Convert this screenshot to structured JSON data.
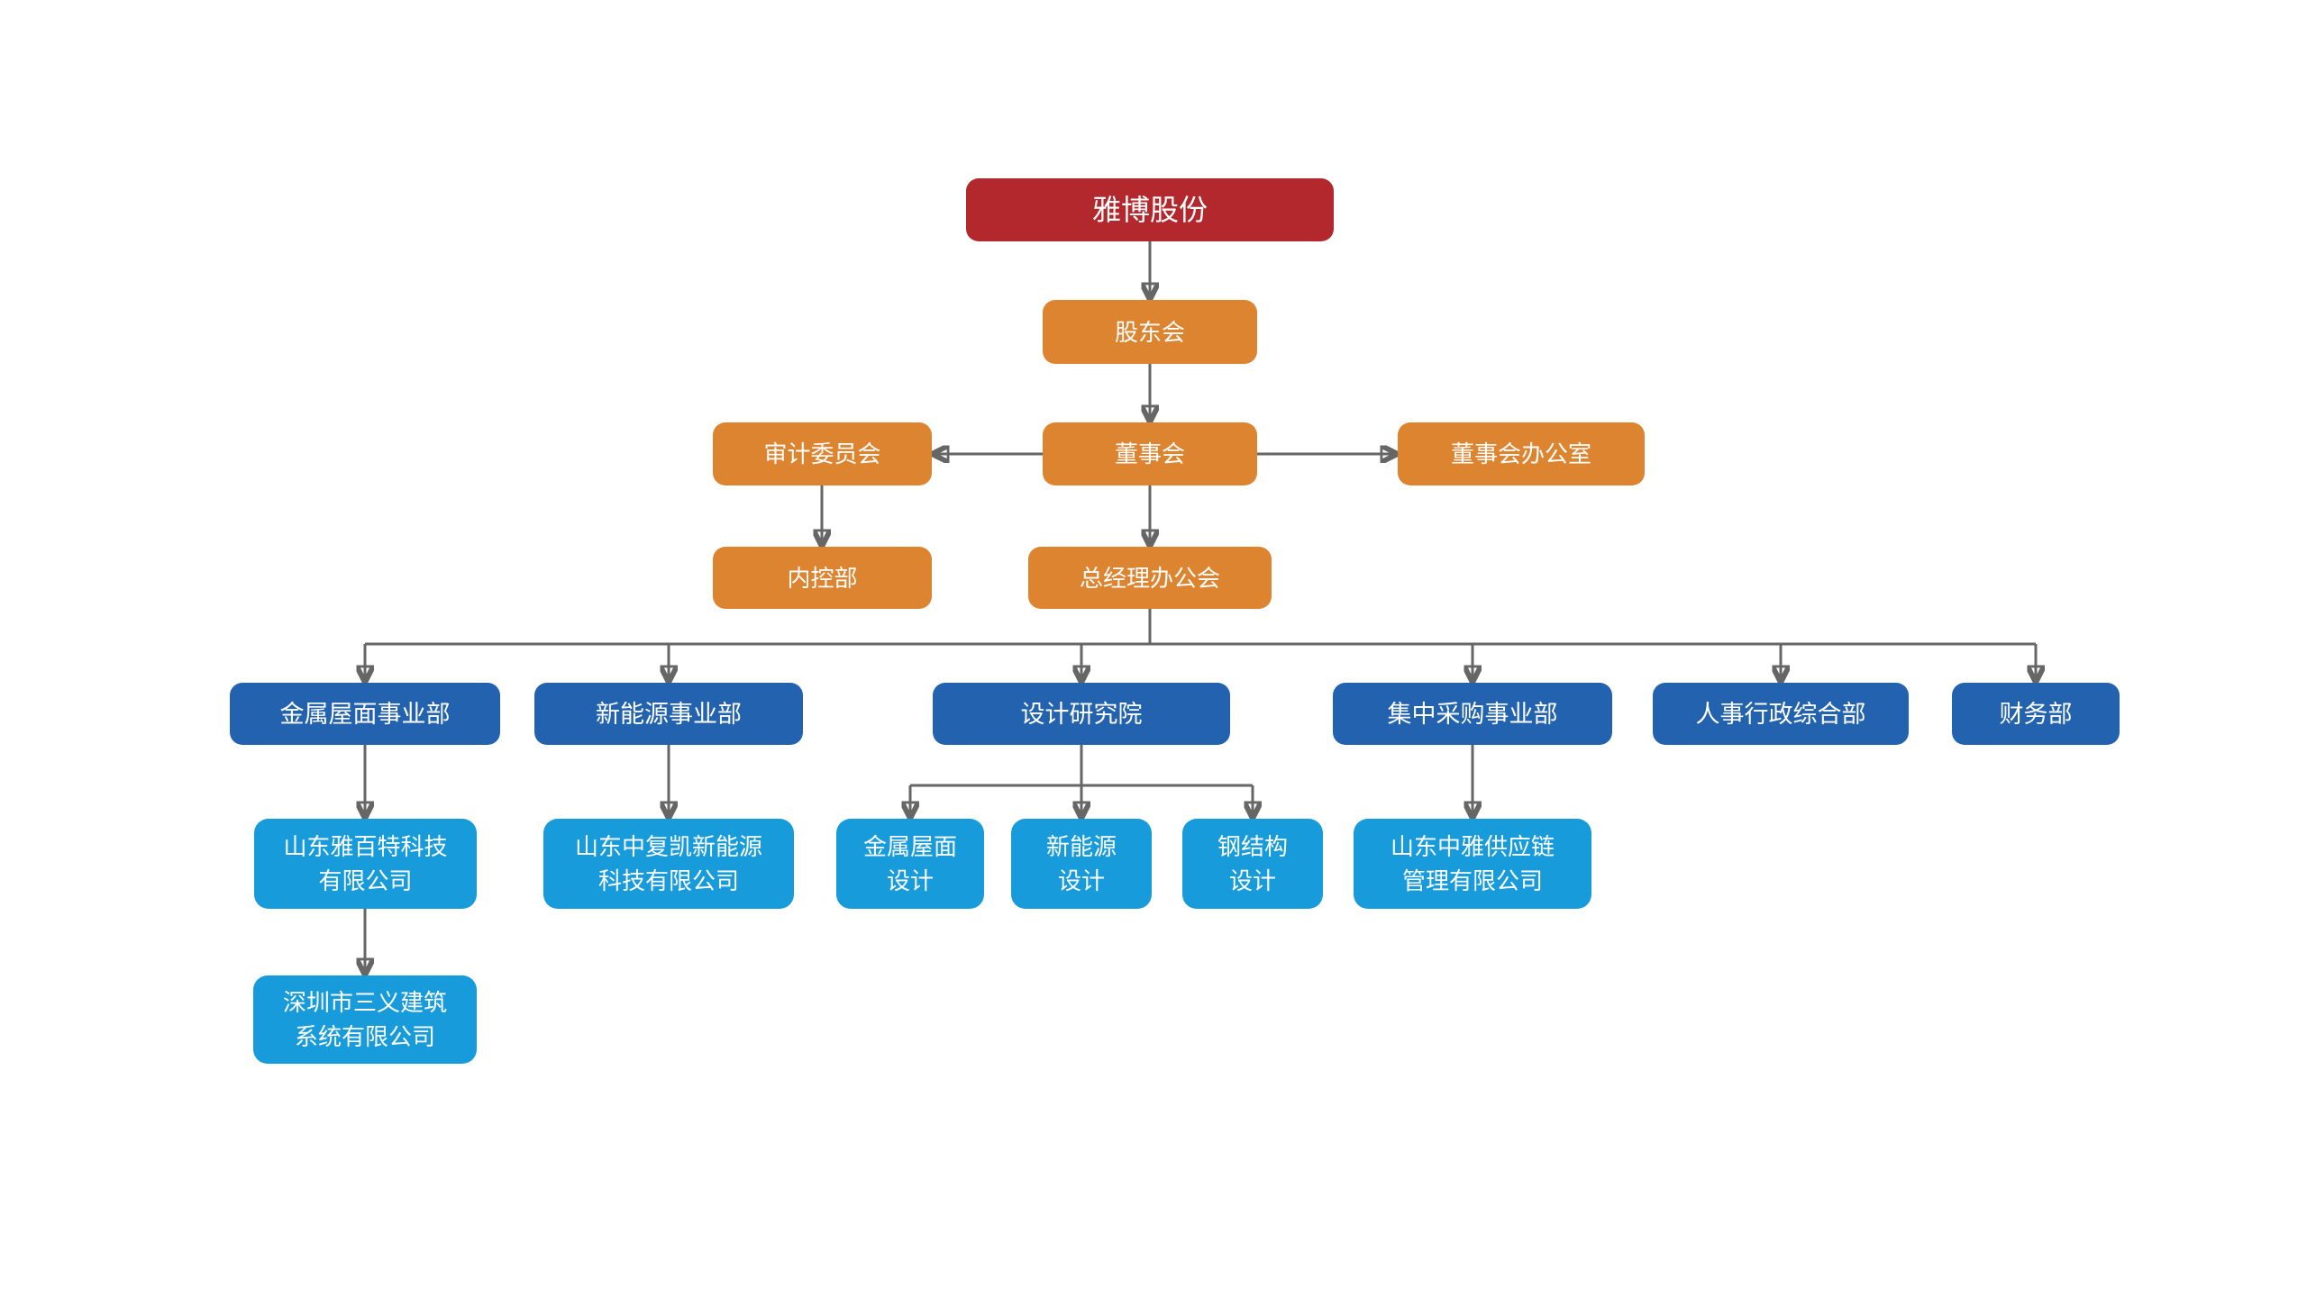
{
  "colors": {
    "red": "#b2282c",
    "orange": "#dd8430",
    "dark_blue": "#2262ae",
    "light_blue": "#189bdb",
    "line": "#666666"
  },
  "org": {
    "company": {
      "label": "雅博股份"
    },
    "shareholders_meeting": {
      "label": "股东会"
    },
    "board_of_directors": {
      "label": "董事会"
    },
    "audit_committee": {
      "label": "审计委员会"
    },
    "board_office": {
      "label": "董事会办公室"
    },
    "internal_control_dept": {
      "label": "内控部"
    },
    "gm_office": {
      "label": "总经理办公会"
    },
    "departments": [
      {
        "label": "金属屋面事业部"
      },
      {
        "label": "新能源事业部"
      },
      {
        "label": "设计研究院"
      },
      {
        "label": "集中采购事业部"
      },
      {
        "label": "人事行政综合部"
      },
      {
        "label": "财务部"
      }
    ],
    "design_teams": [
      {
        "label": "金属屋面\n设计"
      },
      {
        "label": "新能源\n设计"
      },
      {
        "label": "钢结构\n设计"
      }
    ],
    "subsidiaries": [
      {
        "label": "山东雅百特科技\n有限公司",
        "parent": "金属屋面事业部"
      },
      {
        "label": "山东中复凯新能源\n科技有限公司",
        "parent": "新能源事业部"
      },
      {
        "label": "山东中雅供应链\n管理有限公司",
        "parent": "集中采购事业部"
      },
      {
        "label": "深圳市三义建筑\n系统有限公司",
        "parent": "山东雅百特科技有限公司"
      }
    ]
  }
}
